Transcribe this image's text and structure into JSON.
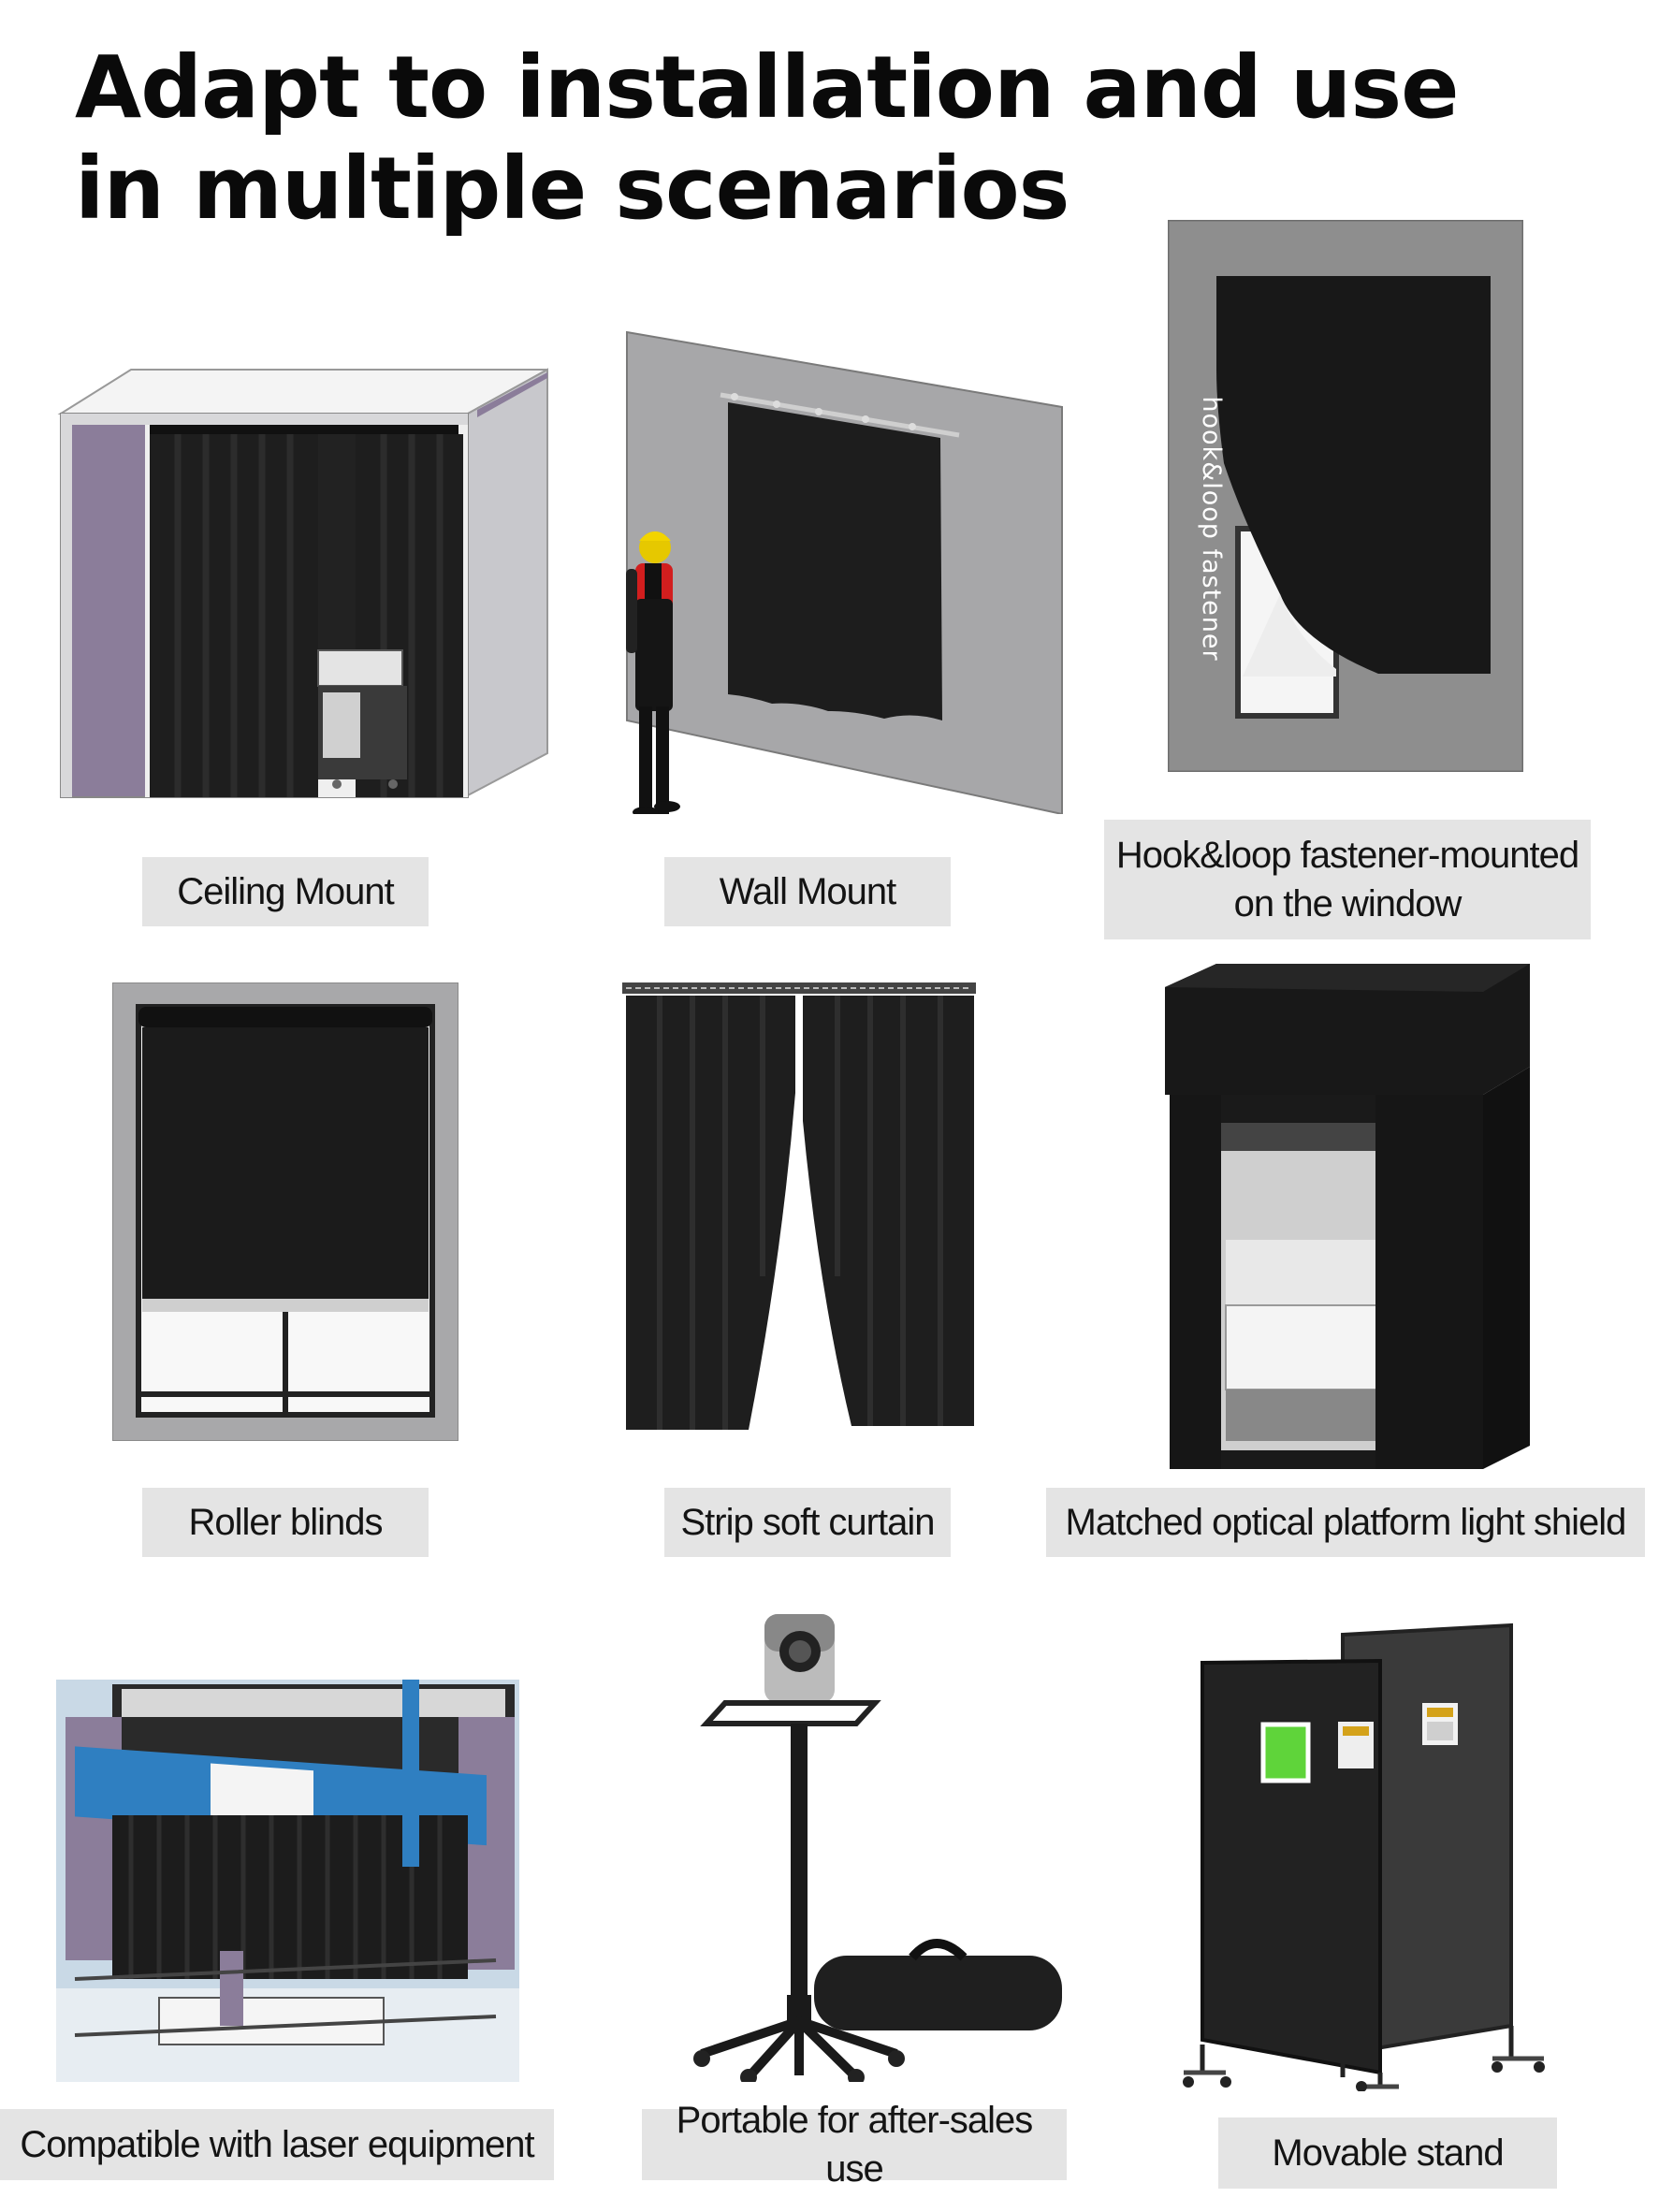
{
  "title": "Adapt to installation and use in multiple scenarios",
  "panels": [
    {
      "label": "Ceiling Mount"
    },
    {
      "label": "Wall Mount"
    },
    {
      "label": "Hook&loop fastener-mounted on the window",
      "overlay_text": "hook&loop fastener"
    },
    {
      "label": "Roller blinds"
    },
    {
      "label": "Strip soft curtain"
    },
    {
      "label": "Matched optical platform light shield"
    },
    {
      "label": "Compatible with laser equipment"
    },
    {
      "label": "Portable for after-sales use"
    },
    {
      "label": "Movable stand"
    }
  ],
  "colors": {
    "curtain": "#1c1c1c",
    "wall": "#a7a7a9",
    "frame_purple": "#8b7d9a",
    "label_bg": "#e4e4e4",
    "laser_blue": "#2f7fc1",
    "badge_green": "#5fd43a"
  }
}
